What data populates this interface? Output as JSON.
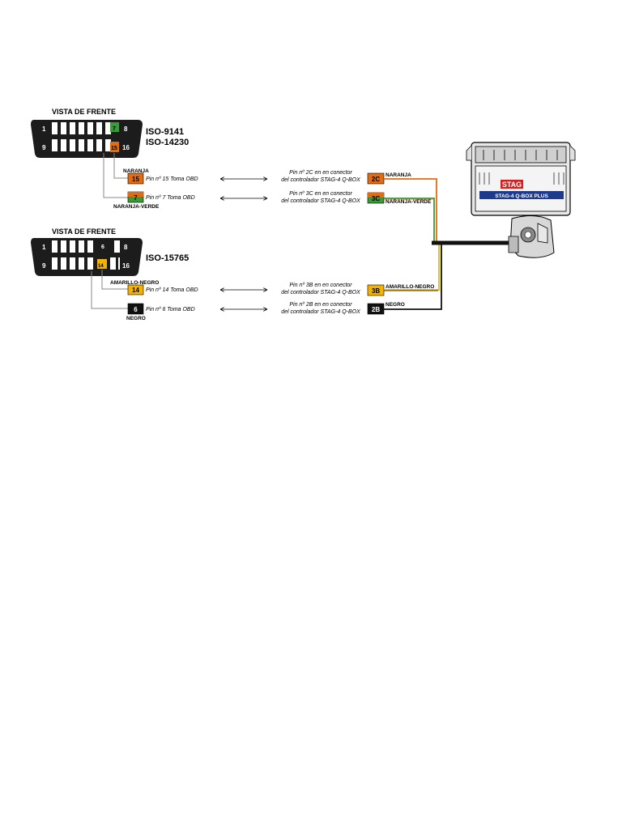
{
  "colors": {
    "orange": "#e06c16",
    "green": "#3a9a3a",
    "yellow": "#f2b400",
    "black": "#111111",
    "connector_body": "#1c1c1c"
  },
  "top": {
    "view_label": "VISTA DE FRENTE",
    "standard_1": "ISO-9141",
    "standard_2": "ISO-14230",
    "pin_labels": [
      "1",
      "8",
      "9",
      "16",
      "7",
      "15"
    ],
    "rows": [
      {
        "wire_color_label": "NARANJA",
        "obd_pin": "15",
        "obd_desc": "Pin nº 15 Toma OBD",
        "ecu_desc_1": "Pin nº 2C en en conector",
        "ecu_desc_2": "del controlador STAG-4 Q-BOX",
        "ecu_pin": "2C",
        "ecu_wire_label": "NARANJA"
      },
      {
        "wire_color_label": "NARANJA-VERDE",
        "obd_pin": "7",
        "obd_desc": "Pin nº 7 Toma OBD",
        "ecu_desc_1": "Pin nº 3C en en conector",
        "ecu_desc_2": "del controlador STAG-4 Q-BOX",
        "ecu_pin": "3C",
        "ecu_wire_label": "NARANJA-VERDE"
      }
    ]
  },
  "bottom": {
    "view_label": "VISTA DE FRENTE",
    "standard_1": "ISO-15765",
    "pin_labels": [
      "1",
      "8",
      "9",
      "16",
      "6",
      "14"
    ],
    "rows": [
      {
        "wire_color_label": "AMARILLO-NEGRO",
        "obd_pin": "14",
        "obd_desc": "Pin nº 14 Toma OBD",
        "ecu_desc_1": "Pin nº 3B en en conector",
        "ecu_desc_2": "del controlador STAG-4 Q-BOX",
        "ecu_pin": "3B",
        "ecu_wire_label": "AMARILLO-NEGRO"
      },
      {
        "wire_color_label": "NEGRO",
        "obd_pin": "6",
        "obd_desc": "Pin nº 6 Toma OBD",
        "ecu_desc_1": "Pin nº 2B en en conector",
        "ecu_desc_2": "del controlador STAG-4 Q-BOX",
        "ecu_pin": "2B",
        "ecu_wire_label": "NEGRO"
      }
    ]
  },
  "ecu": {
    "brand": "STAG",
    "model": "STAG-4 Q-BOX PLUS"
  }
}
